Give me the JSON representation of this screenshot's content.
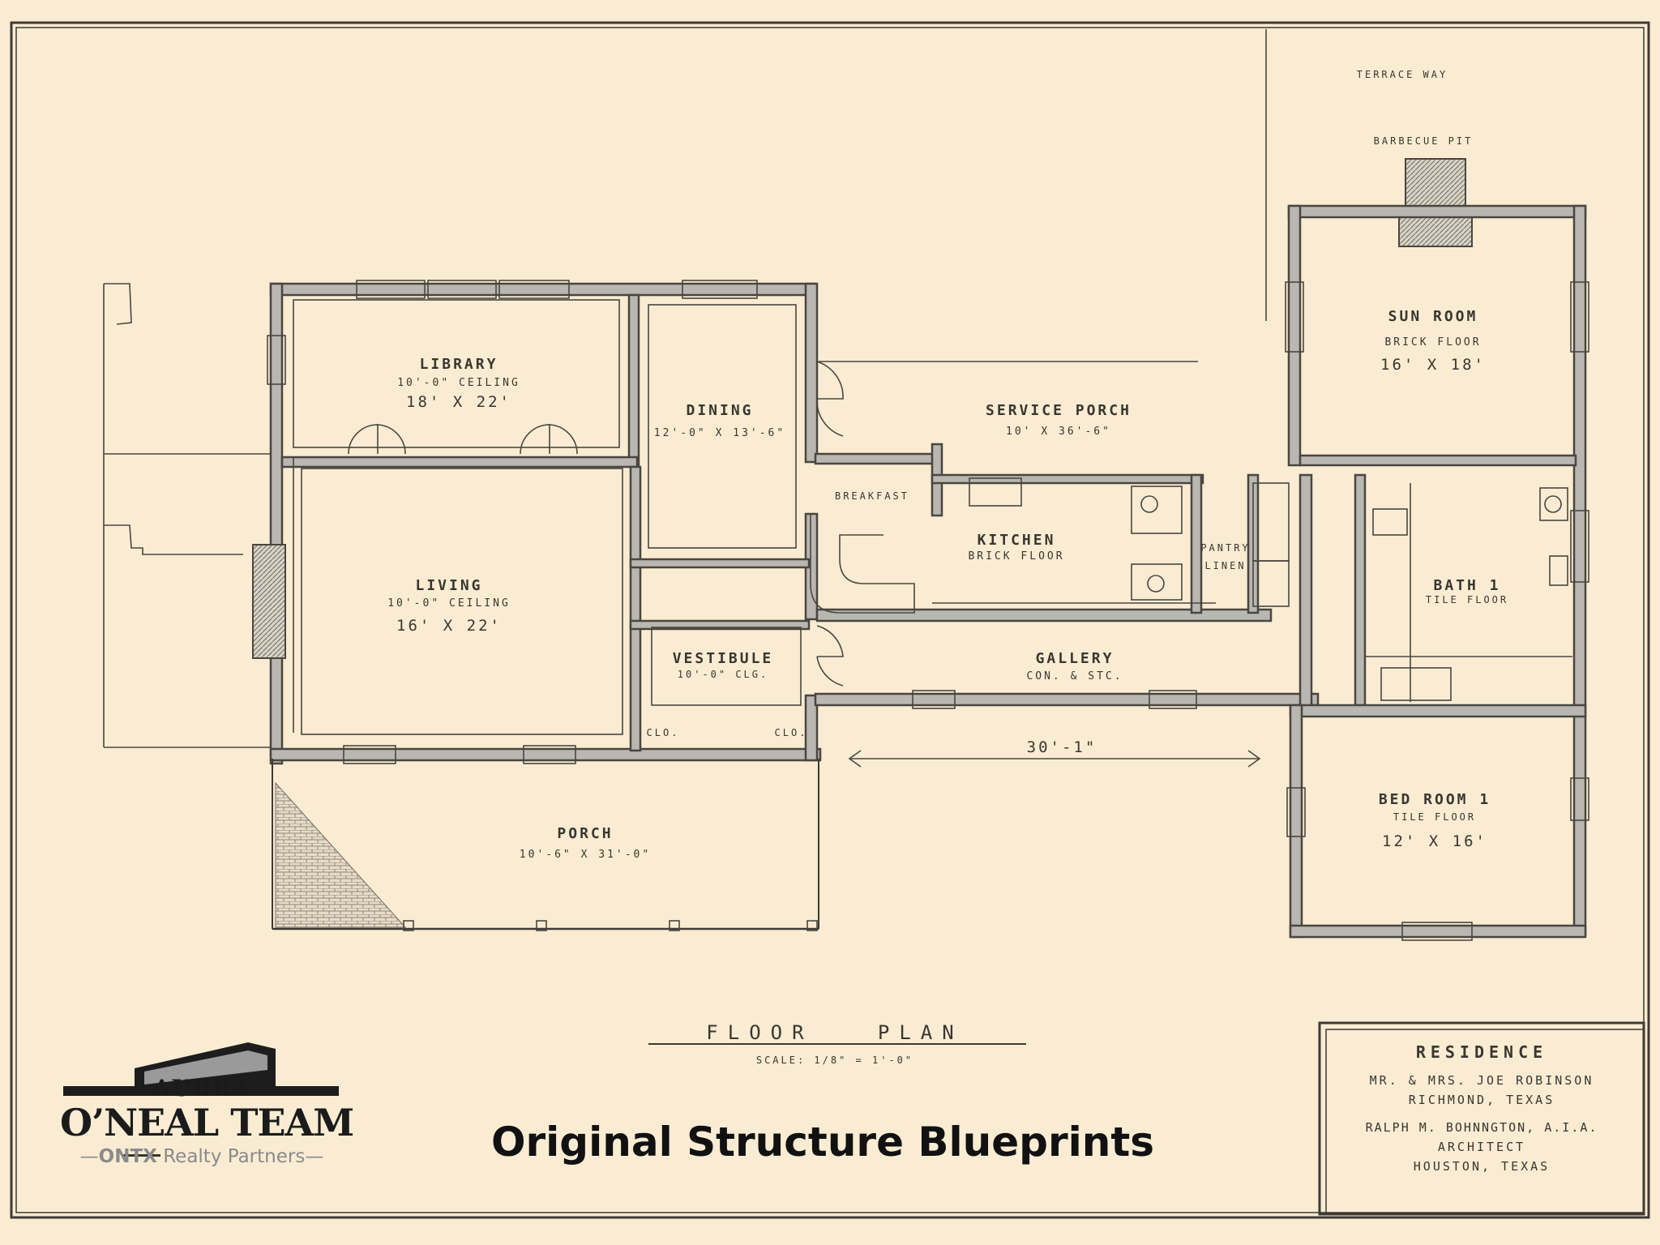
{
  "caption": "Original Structure Blueprints",
  "logo": {
    "line1": "AUDRA",
    "line2": "O’NEAL TEAM",
    "line3_brand": "ONTX",
    "line3_rest": " Realty Partners"
  },
  "plan": {
    "title": "FLOOR   PLAN",
    "scale": "SCALE: 1/8\" = 1'-0\"",
    "overall_dimension": "30'-1\"",
    "site_labels": {
      "terrace": "TERRACE  WAY",
      "barbecue": "BARBECUE  PIT"
    },
    "rooms": {
      "library": {
        "name": "LIBRARY",
        "note": "10'-0\" CEILING",
        "size": "18' X 22'"
      },
      "living": {
        "name": "LIVING",
        "note": "10'-0\" CEILING",
        "size": "16' X 22'"
      },
      "dining": {
        "name": "DINING",
        "size": "12'-0\" X 13'-6\""
      },
      "service_porch": {
        "name": "SERVICE  PORCH",
        "size": "10' X 36'-6\""
      },
      "sun_room": {
        "name": "SUN  ROOM",
        "note": "BRICK  FLOOR",
        "size": "16' X 18'"
      },
      "breakfast": {
        "name": "BREAKFAST"
      },
      "kitchen": {
        "name": "KITCHEN",
        "note": "BRICK  FLOOR"
      },
      "pantry": {
        "name": "PANTRY"
      },
      "linen": {
        "name": "LINEN"
      },
      "bath": {
        "name": "BATH 1",
        "note": "TILE  FLOOR"
      },
      "vestibule": {
        "name": "VESTIBULE",
        "note": "10'-0\" CLG."
      },
      "gallery": {
        "name": "GALLERY",
        "note": "CON. & STC."
      },
      "closet_left": {
        "name": "CLO."
      },
      "closet_right": {
        "name": "CLO."
      },
      "porch": {
        "name": "PORCH",
        "size": "10'-6\" X 31'-0\""
      },
      "bedroom": {
        "name": "BED ROOM 1",
        "note": "TILE  FLOOR",
        "size": "12' X 16'"
      }
    }
  },
  "title_block": {
    "heading": "RESIDENCE",
    "client": "MR. & MRS. JOE ROBINSON",
    "location": "RICHMOND, TEXAS",
    "architect": "RALPH M. BOHNNGTON, A.I.A.",
    "role": "ARCHITECT",
    "city": "HOUSTON, TEXAS"
  },
  "colors": {
    "paper": "#f9ecd3",
    "ink": "#3e3a34",
    "wall": "#b9b7b2"
  }
}
